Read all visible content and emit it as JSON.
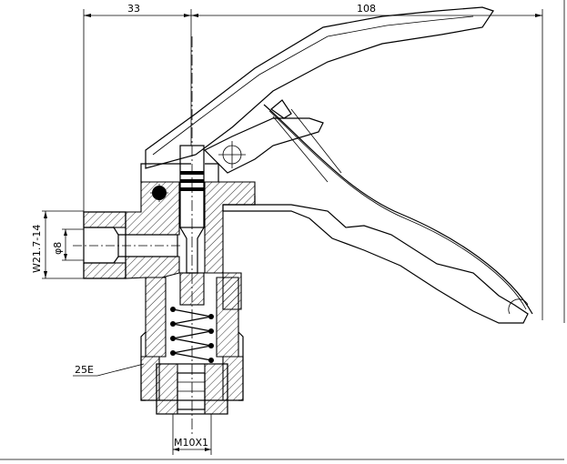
{
  "dimensions": {
    "top_left": "33",
    "top_right": "108",
    "thread_side": "W21.7-14",
    "bore": "φ8",
    "taper_thread": "25E",
    "bottom_thread": "M10X1"
  },
  "colors": {
    "line": "#000000",
    "background": "#ffffff"
  }
}
